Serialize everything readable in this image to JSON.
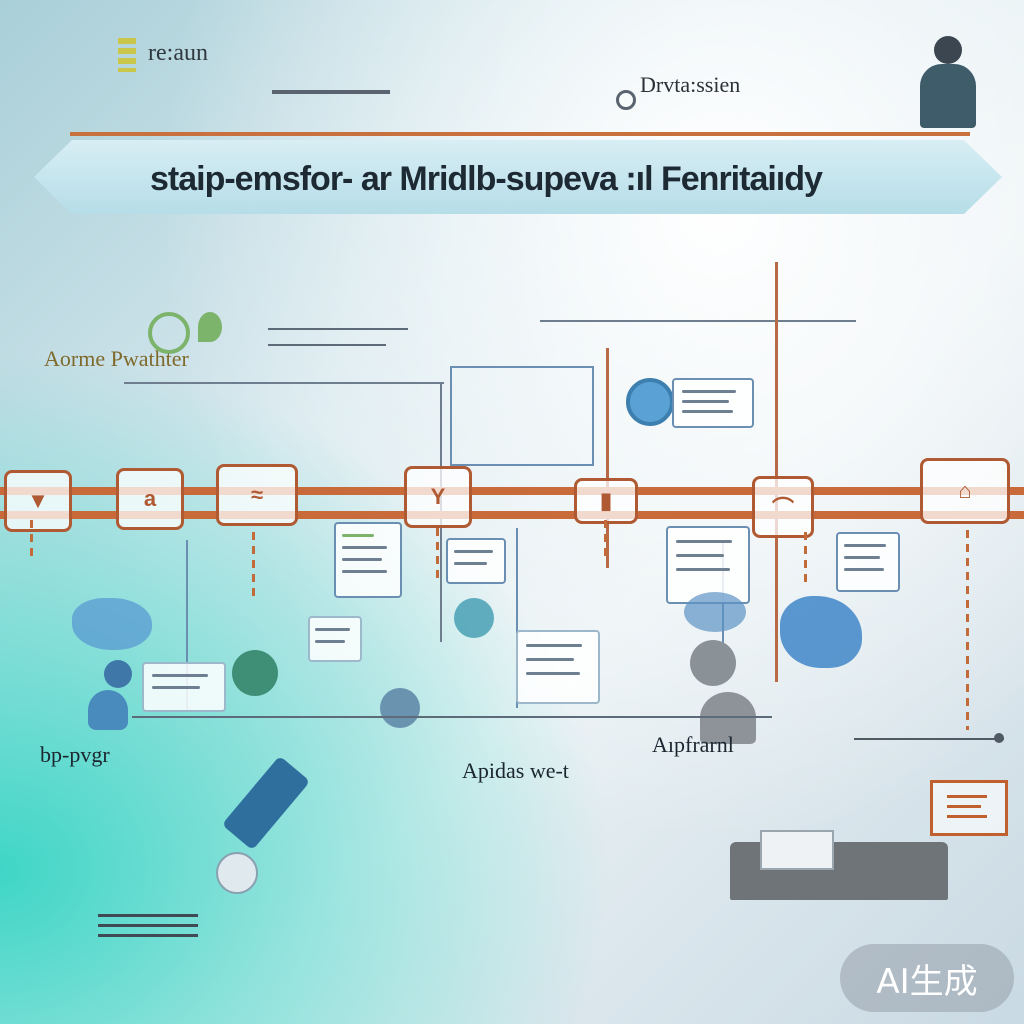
{
  "header": {
    "left_label": "re:aun",
    "right_label": "Drvta:ssien",
    "banner_title": "staip-emsfor- ar Mridlb-supeva :ıl Fenritaiıdy"
  },
  "labels": {
    "top_left": "Aorme Pwathter",
    "bottom_left": "bp-pvgr",
    "bottom_mid": "Apidas we-t",
    "bottom_right": "Aıpfrarnl"
  },
  "badge": {
    "text": "AI生成"
  },
  "colors": {
    "accent": "#c96a3a",
    "line_blue": "#6b8fb3",
    "teal": "#3fd6c6"
  }
}
